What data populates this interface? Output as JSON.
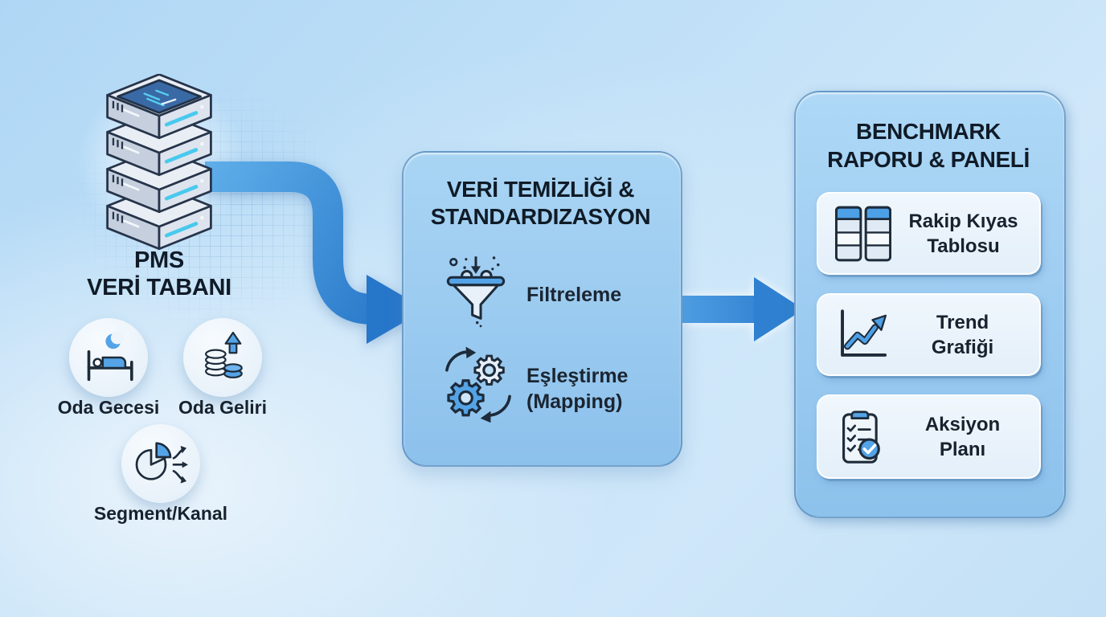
{
  "colors": {
    "background_blue": "#c9e2f7",
    "panel_blue": "#9ccbf1",
    "card_background": "#eaf3fc",
    "arrow_blue": "#3886d6",
    "icon_blue": "#54a3e6",
    "outline_navy": "#1d2b3a",
    "text_dark": "#15202c"
  },
  "source": {
    "title_line1": "PMS",
    "title_line2": "VERİ TABANI",
    "icon": "server-stack-icon",
    "metrics": [
      {
        "label": "Oda Gecesi",
        "icon": "bed-moon-icon"
      },
      {
        "label": "Oda Geliri",
        "icon": "coins-up-arrow-icon"
      },
      {
        "label": "Segment/Kanal",
        "icon": "pie-chart-branch-icon"
      }
    ]
  },
  "process": {
    "title_line1": "VERİ TEMİZLİĞİ &",
    "title_line2": "STANDARDIZASYON",
    "steps": [
      {
        "label_line1": "Filtreleme",
        "label_line2": "",
        "icon": "funnel-icon"
      },
      {
        "label_line1": "Eşleştirme",
        "label_line2": "(Mapping)",
        "icon": "gears-sync-icon"
      }
    ]
  },
  "output": {
    "title_line1": "BENCHMARK",
    "title_line2": "RAPORU & PANELİ",
    "cards": [
      {
        "label_line1": "Rakip Kıyas",
        "label_line2": "Tablosu",
        "icon": "comparison-table-icon"
      },
      {
        "label_line1": "Trend",
        "label_line2": "Grafiği",
        "icon": "trend-chart-icon"
      },
      {
        "label_line1": "Aksiyon",
        "label_line2": "Planı",
        "icon": "clipboard-check-icon"
      }
    ]
  }
}
